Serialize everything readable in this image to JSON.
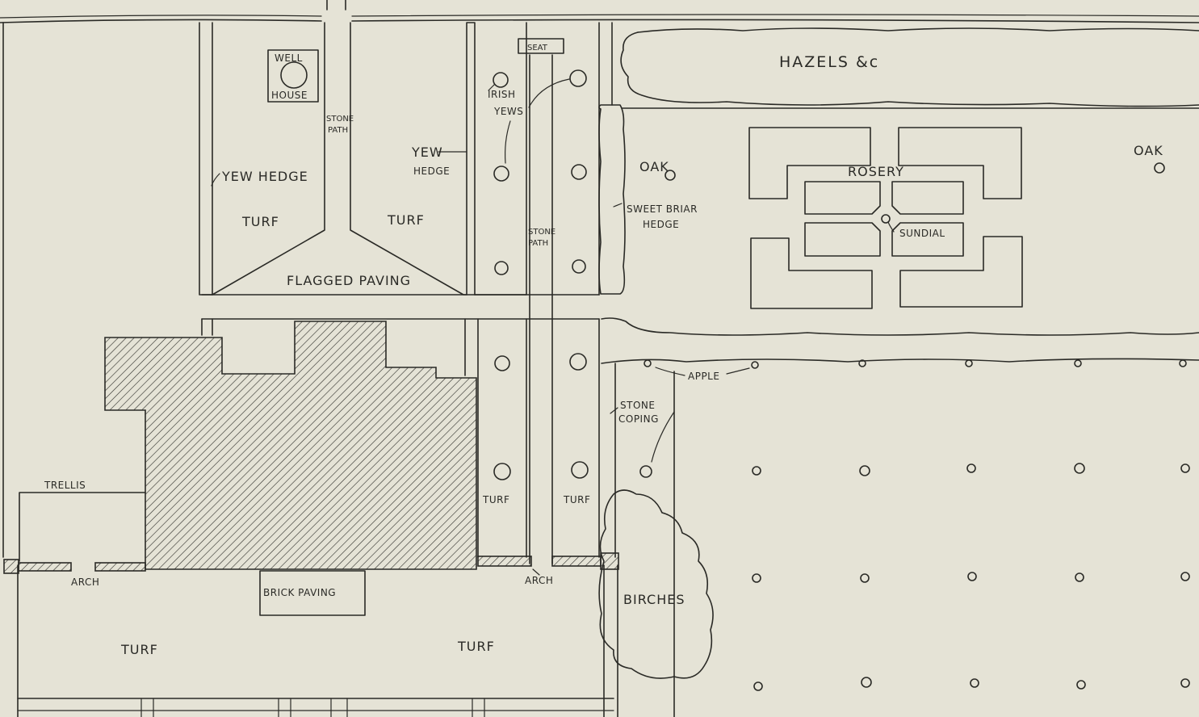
{
  "labels": {
    "well_1": "WELL",
    "well_2": "HOUSE",
    "stone_path_top_1": "STONE",
    "stone_path_top_2": "PATH",
    "yew_hedge_left": "YEW HEDGE",
    "turf_left": "TURF",
    "turf_center": "TURF",
    "yew_hedge_right_1": "YEW",
    "yew_hedge_right_2": "HEDGE",
    "seat": "SEAT",
    "irish_yews_1": "IRISH",
    "irish_yews_2": "YEWS",
    "stone_path_mid_1": "STONE",
    "stone_path_mid_2": "PATH",
    "flagged_paving": "FLAGGED PAVING",
    "hazels": "HAZELS &c",
    "oak_1": "OAK",
    "oak_2": "OAK",
    "sweet_briar_1": "SWEET BRIAR",
    "sweet_briar_2": "HEDGE",
    "rosery": "ROSERY",
    "sundial": "SUNDIAL",
    "apple": "APPLE",
    "stone_coping_1": "STONE",
    "stone_coping_2": "COPING",
    "trellis": "TRELLIS",
    "turf_small_1": "TURF",
    "turf_small_2": "TURF",
    "arch_left": "ARCH",
    "arch_right": "ARCH",
    "brick_paving": "BRICK PAVING",
    "birches": "BIRCHES",
    "turf_bottom_left": "TURF",
    "turf_bottom_center": "TURF"
  },
  "colors": {
    "paper": "#e5e3d6",
    "ink": "#2a2a26"
  }
}
